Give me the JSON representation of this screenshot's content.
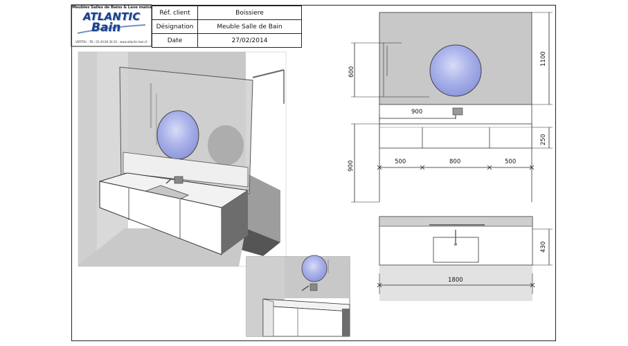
{
  "title_block": {
    "logo_tagline": "Meubles Salles de Bains & Lave mains",
    "logo_word1": "ATLANTIC",
    "logo_word2": "Bain",
    "logo_contact": "VERTOU - Tél.: 02.40.80.30.20 - www.atlantic-bain.fr",
    "ref_label": "Réf. client",
    "ref_value": "Boissiere",
    "designation_label": "Désignation",
    "designation_value": "Meuble Salle de Bain",
    "date_label": "Date",
    "date_value": "27/02/2014"
  },
  "dimensions": {
    "mirror_height": "600",
    "wall_height": "1100",
    "unit_width": "900",
    "cabinet_height": "900",
    "drawer_height": "250",
    "left_drawer": "500",
    "middle_drawer": "800",
    "right_drawer": "500",
    "top_depth": "430",
    "total_width": "1800"
  },
  "colors": {
    "wall_grey": "#c8c8c8",
    "mirror_blue": "#aab2ea",
    "line": "#222222"
  }
}
